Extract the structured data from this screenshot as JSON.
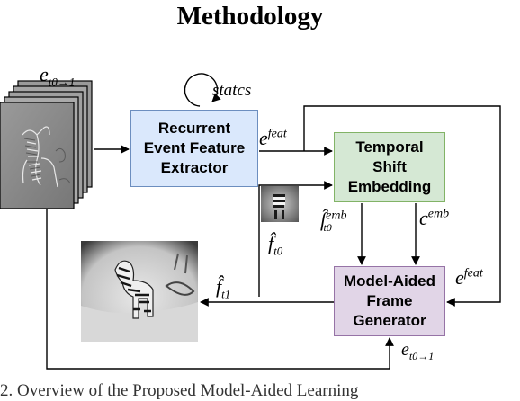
{
  "title": "Methodology",
  "boxes": {
    "extractor": "Recurrent\nEvent Feature\nExtractor",
    "embedding": "Temporal\nShift\nEmbedding",
    "generator": "Model-Aided\nFrame\nGenerator"
  },
  "labels": {
    "event_stack": "e",
    "event_stack_sub": "t0→1",
    "states": "statcs",
    "feat_top": "e",
    "feat_top_sup": "feat",
    "feat_right": "e",
    "feat_right_sup": "feat",
    "f_hat_t0_emb": "f̂",
    "f_hat_t0_emb_sub": "t0",
    "f_hat_t0_emb_sup": "emb",
    "c_emb": "c",
    "c_emb_sup": "emb",
    "f_hat_t0": "f̂",
    "f_hat_t0_sub": "t0",
    "f_hat_t1": "f̂",
    "f_hat_t1_sub": "t1",
    "event_bottom": "e",
    "event_bottom_sub": "t0→1"
  },
  "caption": "2. Overview of the Proposed Model-Aided Learning"
}
